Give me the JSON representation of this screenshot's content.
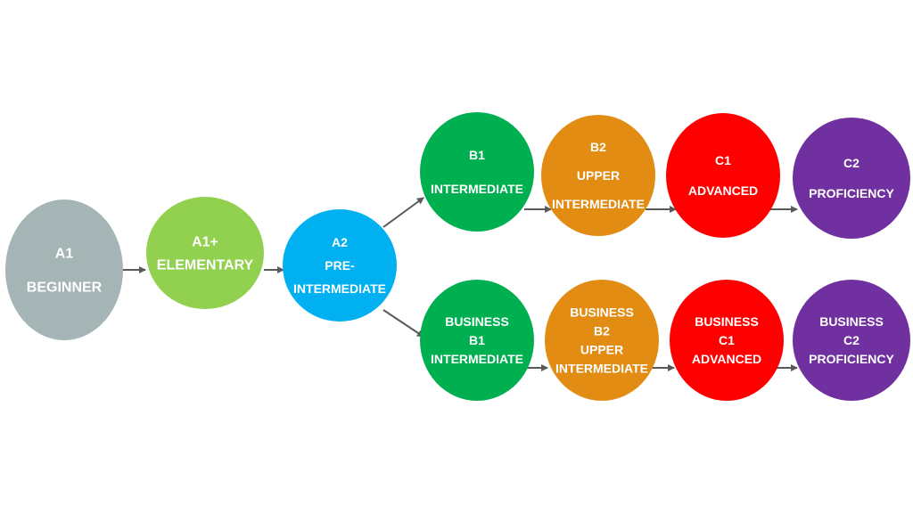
{
  "nodes": [
    {
      "id": "a1",
      "color": "#a5b4b4",
      "lines": [
        "A1",
        "BEGINNER"
      ]
    },
    {
      "id": "a1plus",
      "color": "#92d050",
      "lines": [
        "A1+",
        "ELEMENTARY"
      ]
    },
    {
      "id": "a2",
      "color": "#00b0f0",
      "lines": [
        "A2",
        "PRE-",
        "INTERMEDIATE"
      ]
    },
    {
      "id": "b1",
      "color": "#00b050",
      "lines": [
        "B1",
        "INTERMEDIATE"
      ]
    },
    {
      "id": "b2",
      "color": "#e28c13",
      "lines": [
        "B2",
        "UPPER",
        "INTERMEDIATE"
      ]
    },
    {
      "id": "c1",
      "color": "#ff0000",
      "lines": [
        "C1",
        "ADVANCED"
      ]
    },
    {
      "id": "c2",
      "color": "#7030a0",
      "lines": [
        "C2",
        "PROFICIENCY"
      ]
    },
    {
      "id": "bb1",
      "color": "#00b050",
      "lines": [
        "BUSINESS",
        "B1",
        "INTERMEDIATE"
      ]
    },
    {
      "id": "bb2",
      "color": "#e28c13",
      "lines": [
        "BUSINESS",
        "B2",
        "UPPER",
        "INTERMEDIATE"
      ]
    },
    {
      "id": "bc1",
      "color": "#ff0000",
      "lines": [
        "BUSINESS",
        "C1",
        "ADVANCED"
      ]
    },
    {
      "id": "bc2",
      "color": "#7030a0",
      "lines": [
        "BUSINESS",
        "C2",
        "PROFICIENCY"
      ]
    }
  ],
  "edges": [
    {
      "from": "a1",
      "to": "a1plus"
    },
    {
      "from": "a1plus",
      "to": "a2"
    },
    {
      "from": "a2",
      "to": "b1"
    },
    {
      "from": "a2",
      "to": "bb1"
    },
    {
      "from": "b1",
      "to": "b2"
    },
    {
      "from": "b2",
      "to": "c1"
    },
    {
      "from": "c1",
      "to": "c2"
    },
    {
      "from": "bb1",
      "to": "bb2"
    },
    {
      "from": "bb2",
      "to": "bc1"
    },
    {
      "from": "bc1",
      "to": "bc2"
    }
  ],
  "arrow_color": "#595959"
}
